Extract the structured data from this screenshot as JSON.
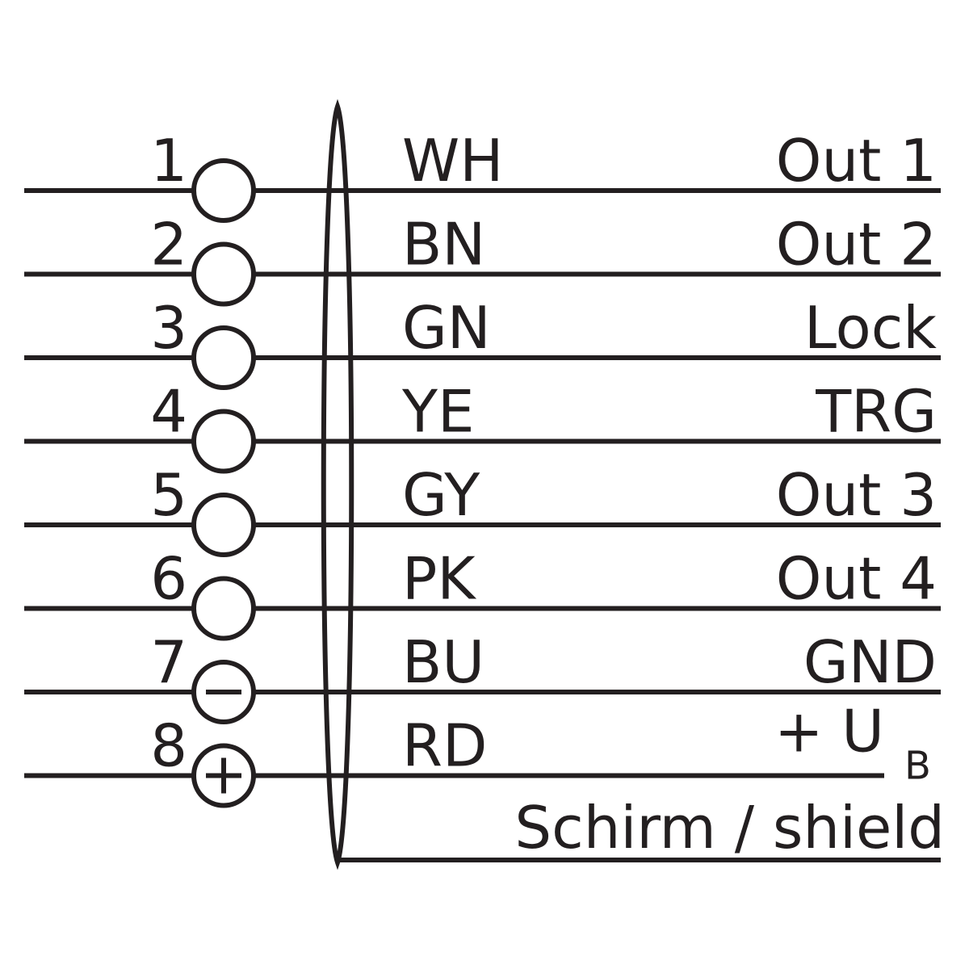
{
  "pins": [
    {
      "number": "1",
      "color": "WH",
      "signal": "Out 1",
      "marker": ""
    },
    {
      "number": "2",
      "color": "BN",
      "signal": "Out 2",
      "marker": ""
    },
    {
      "number": "3",
      "color": "GN",
      "signal": "Lock",
      "marker": ""
    },
    {
      "number": "4",
      "color": "YE",
      "signal": "TRG",
      "marker": ""
    },
    {
      "number": "5",
      "color": "GY",
      "signal": "Out 3",
      "marker": ""
    },
    {
      "number": "6",
      "color": "PK",
      "signal": "Out 4",
      "marker": ""
    },
    {
      "number": "7",
      "color": "BU",
      "signal": "GND",
      "marker": "minus"
    },
    {
      "number": "8",
      "color": "RD",
      "signal": "+ U",
      "signal_sub": "B",
      "marker": "plus"
    }
  ],
  "shield": {
    "label": "Schirm / shield"
  }
}
